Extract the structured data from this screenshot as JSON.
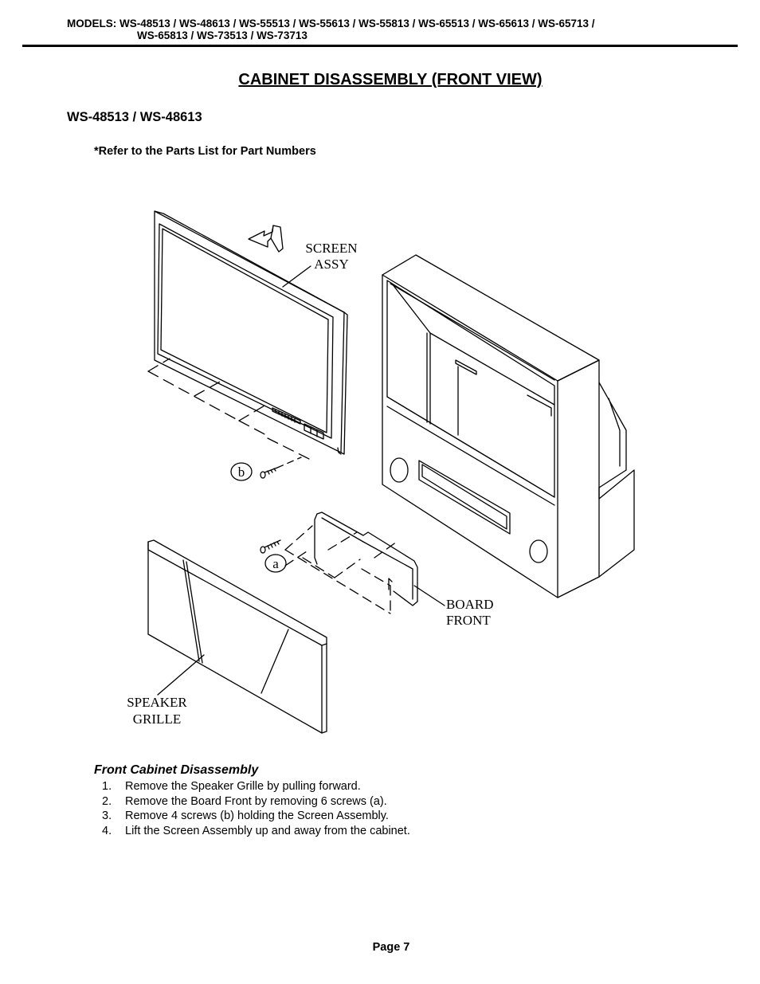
{
  "header": {
    "models_line1": "MODELS: WS-48513 / WS-48613 / WS-55513 / WS-55613 / WS-55813 / WS-65513 / WS-65613 / WS-65713 /",
    "models_line2": "WS-65813 / WS-73513 / WS-73713"
  },
  "page_title": "CABINET DISASSEMBLY (FRONT VIEW)",
  "model_heading": "WS-48513 / WS-48613",
  "note": "*Refer to the Parts List for Part Numbers",
  "diagram": {
    "labels": {
      "screen_line1": "SCREEN",
      "screen_line2": "ASSY",
      "board_line1": "BOARD",
      "board_line2": "FRONT",
      "speaker_line1": "SPEAKER",
      "speaker_line2": "GRILLE",
      "callout_a": "a",
      "callout_b": "b"
    }
  },
  "procedure": {
    "title": "Front Cabinet Disassembly",
    "steps": [
      {
        "num": "1.",
        "text": "Remove the Speaker Grille by pulling forward."
      },
      {
        "num": "2.",
        "text": "Remove the Board Front by removing 6 screws (a)."
      },
      {
        "num": "3.",
        "text": "Remove 4 screws (b) holding the Screen Assembly."
      },
      {
        "num": "4.",
        "text": "Lift the Screen Assembly up and away from the cabinet."
      }
    ]
  },
  "footer": {
    "page_label": "Page 7"
  }
}
